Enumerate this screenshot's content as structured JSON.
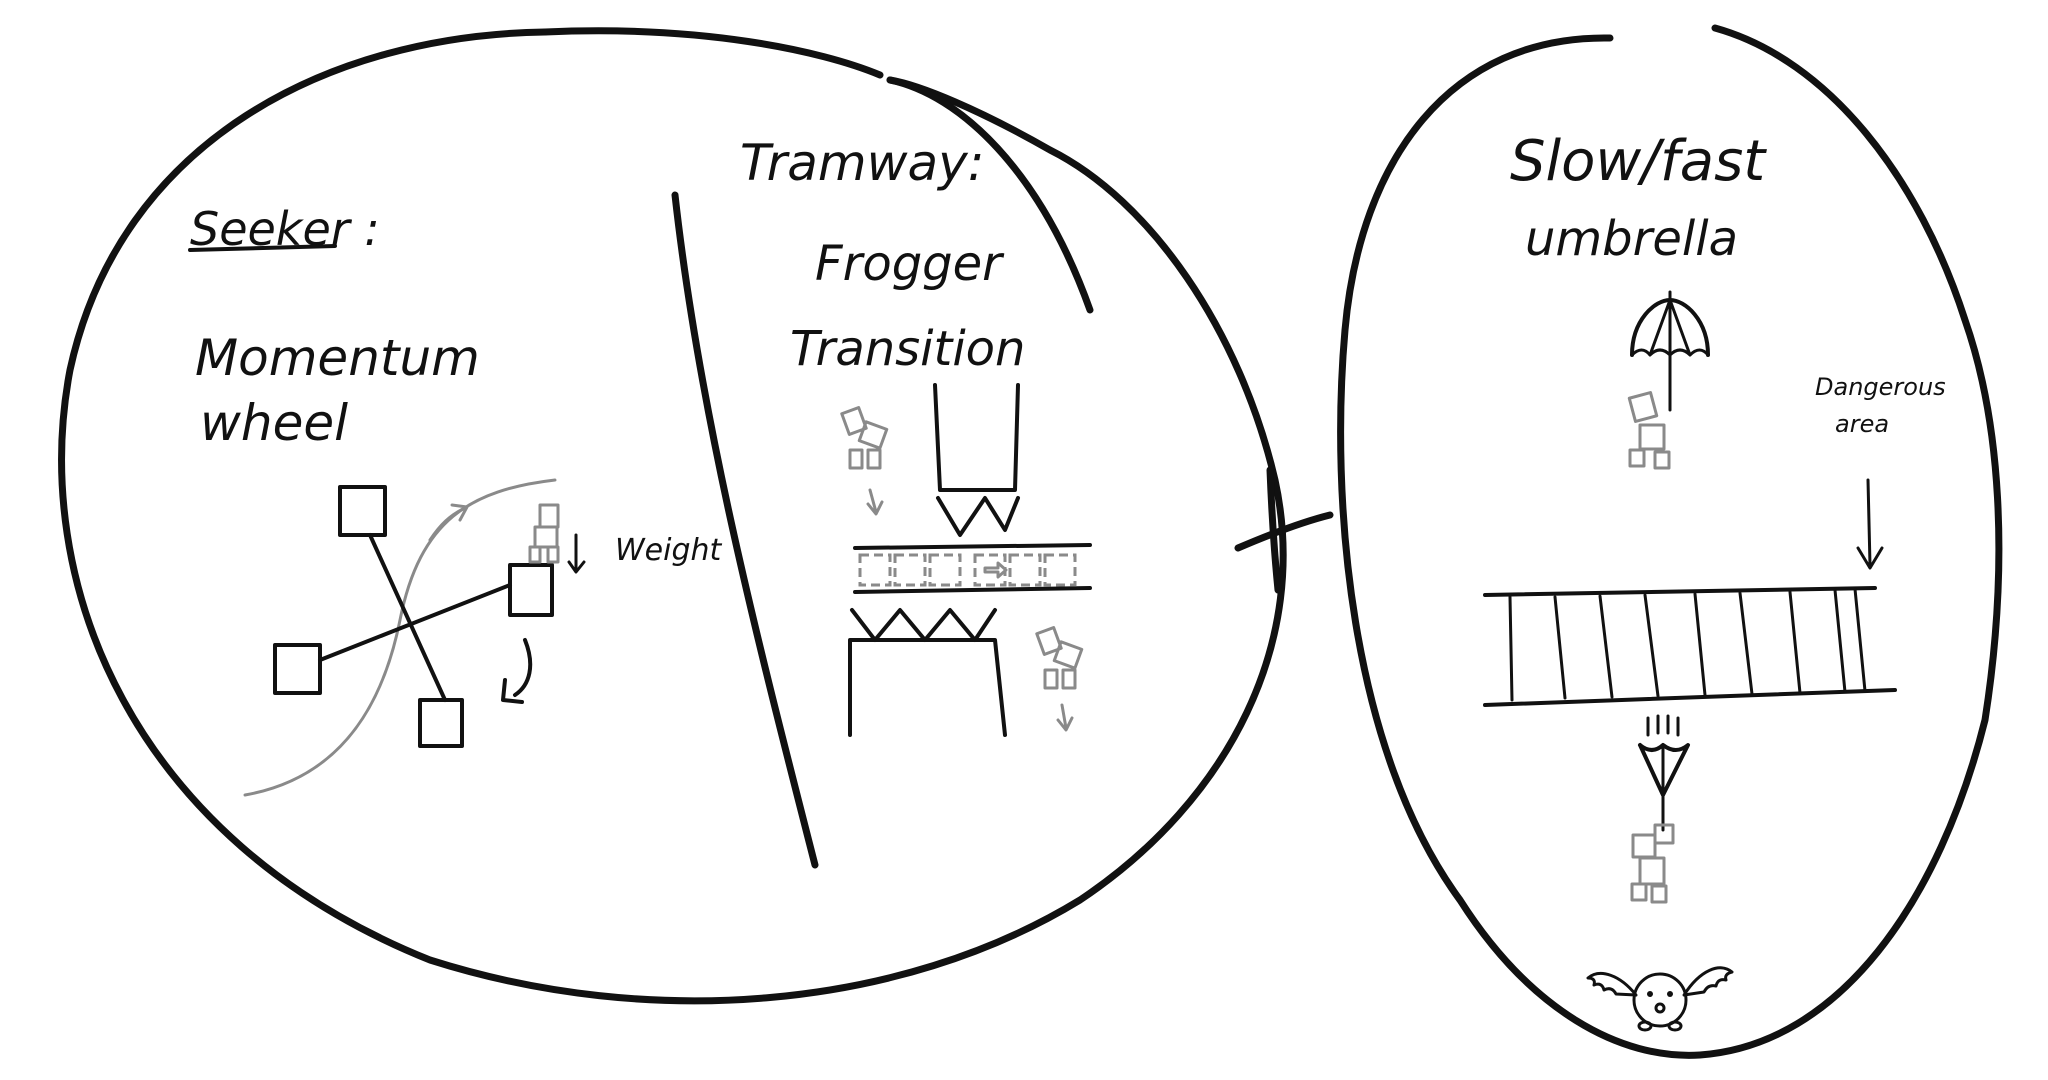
{
  "labels": {
    "seeker": "Seeker :",
    "momentum": "Momentum",
    "wheel": "wheel",
    "weight": "Weight",
    "tramway": "Tramway:",
    "frogger": "Frogger",
    "transition": "Transition",
    "slow_fast": "Slow/fast",
    "umbrella": "umbrella",
    "dangerous": "Dangerous",
    "area": "area"
  },
  "colors": {
    "ink": "#111111",
    "sketch_grey": "#8a8a8a"
  }
}
